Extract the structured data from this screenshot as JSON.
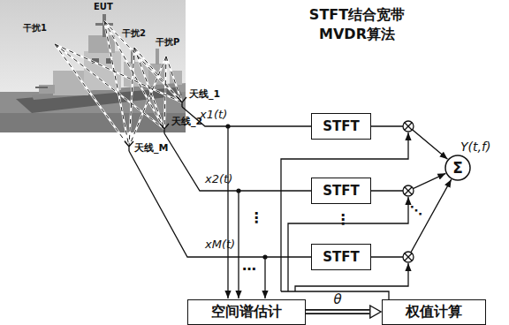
{
  "diagram": {
    "nodes": [
      {
        "text": [
          "STFT"
        ]
      },
      {
        "text": [
          "STFT"
        ]
      },
      {
        "text": [
          "STFT"
        ]
      },
      {
        "text": [
          "Σ"
        ]
      },
      {
        "text": [
          "空间谱估计"
        ]
      },
      {
        "text": [
          "权值计算"
        ]
      }
    ],
    "edges": [
      {
        "from": 0,
        "to": 3,
        "arrow": "to"
      },
      {
        "from": 1,
        "to": 3,
        "arrow": "to"
      },
      {
        "from": 2,
        "to": 3,
        "arrow": "to"
      },
      {
        "from": 4,
        "to": 5,
        "label": "θ",
        "arrow": "to"
      }
    ],
    "labels": [
      "STFT结合宽带 MVDR算法",
      "干扰1",
      "EUT",
      "干扰2",
      "干扰P",
      "天线_1",
      "天线_2",
      "天线_M",
      "x1(t)",
      "x2(t)",
      "xM(t)",
      "Y(t,f)",
      "⋮",
      "⋮",
      "…",
      "⋱"
    ]
  }
}
